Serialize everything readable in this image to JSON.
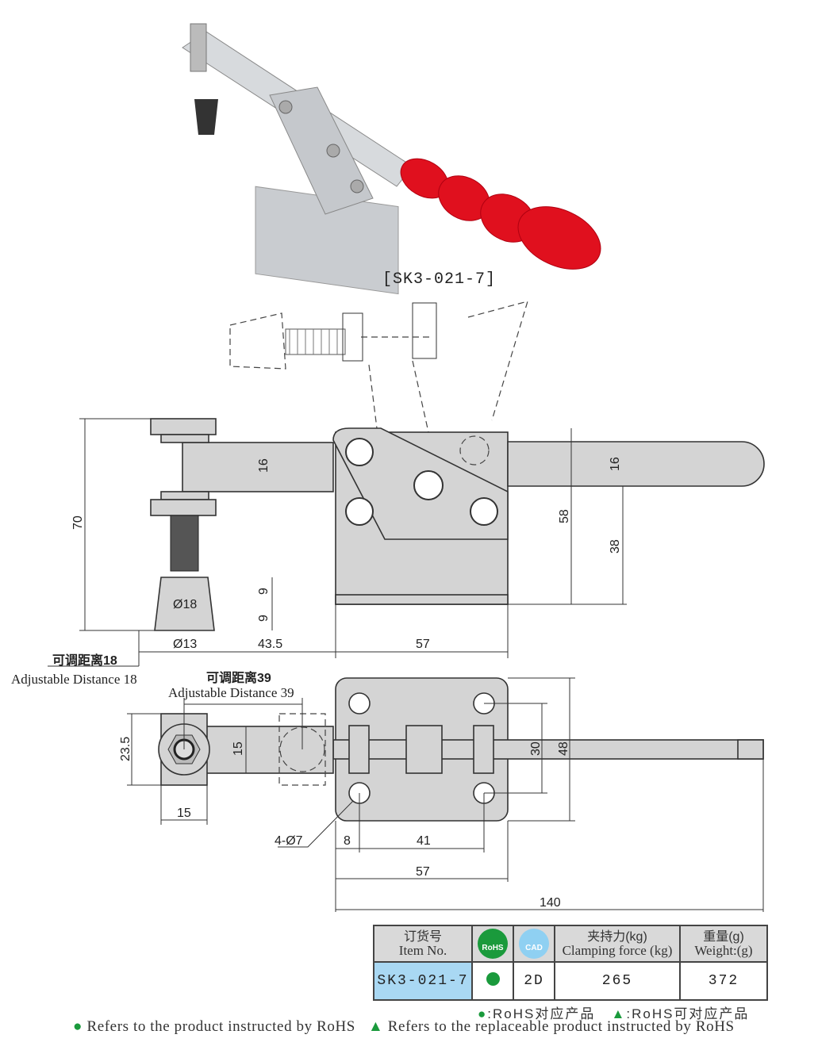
{
  "product_code_label": "[SK3-021-7]",
  "side_view_dims": {
    "overall_height": "70",
    "arm_thickness": "16",
    "tip_dia": "Ø18",
    "tip_h1": "9",
    "tip_h2": "9",
    "base_dia": "Ø13",
    "reach": "43.5",
    "base_len": "57",
    "body_height": "58",
    "handle_thickness": "16",
    "handle_height": "38"
  },
  "adjust_18": {
    "cn": "可调距离18",
    "en": "Adjustable Distance 18"
  },
  "adjust_39": {
    "cn": "可调距离39",
    "en": "Adjustable Distance 39"
  },
  "top_view_dims": {
    "nut_height": "23.5",
    "nut_width": "15",
    "arm_width": "15",
    "holes": "4-Ø7",
    "hole_spacing_y": "30",
    "plate_width": "48",
    "hole_offset": "8",
    "hole_spacing_x": "41",
    "plate_len": "57",
    "overall_len": "140"
  },
  "table": {
    "headers": [
      {
        "cn": "订货号",
        "en": "Item No."
      },
      {
        "icon": "rohs-icon",
        "text": "RoHS"
      },
      {
        "icon": "cad-icon",
        "text": "CAD"
      },
      {
        "cn": "夹持力(kg)",
        "en": "Clamping force (kg)"
      },
      {
        "cn": "重量(g)",
        "en": "Weight:(g)"
      }
    ],
    "row": {
      "item": "SK3-021-7",
      "cad": "2D",
      "force": "265",
      "weight": "372"
    }
  },
  "legend": {
    "cn_rohs": ":RoHS对应产品",
    "cn_replace": ":RoHS可对应产品",
    "en_rohs": "Refers to the product instructed by RoHS",
    "en_replace": "Refers to the replaceable product instructed by RoHS"
  },
  "colors": {
    "rohs_green": "#1a9a3c",
    "cad_blue": "#8fd0f2",
    "item_bg": "#a9d8f3",
    "handle_red": "#e0101e"
  }
}
